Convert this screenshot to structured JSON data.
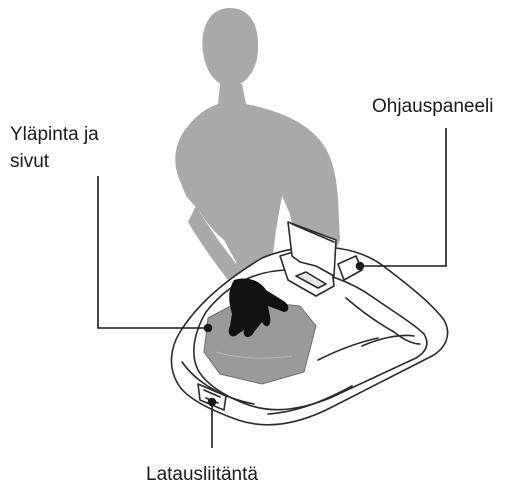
{
  "labels": {
    "top_and_sides": [
      "Yläpinta ja",
      "sivut"
    ],
    "control_panel": "Ohjauspaneeli",
    "charging_port": "Latausliitäntä"
  },
  "colors": {
    "silhouette": "#a9a9a9",
    "mower_outline": "#2b2b2b",
    "mower_fill": "#ffffff",
    "cloth": "#9a9a9a",
    "glove": "#111111",
    "leader_line": "#1a1a1a",
    "text": "#1a1a1a"
  }
}
